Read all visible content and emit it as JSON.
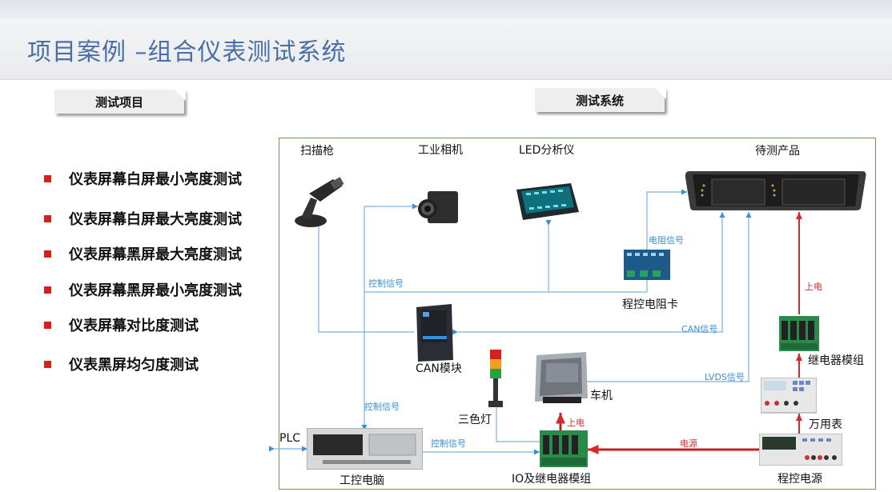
{
  "title": "项目案例 –组合仪表测试系统",
  "tabs": {
    "test_items": "测试项目",
    "test_system": "测试系统"
  },
  "test_items": [
    "仪表屏幕白屏最小亮度测试",
    "仪表屏幕白屏最大亮度测试",
    "仪表屏幕黑屏最大亮度测试",
    "仪表屏幕黑屏最小亮度测试",
    "仪表屏幕对比度测试",
    "仪表黑屏均匀度测试"
  ],
  "devices": {
    "scanner": "扫描枪",
    "camera": "工业相机",
    "led": "LED分析仪",
    "dut": "待测产品",
    "resistor_card": "程控电阻卡",
    "can_module": "CAN模块",
    "tower_light": "三色灯",
    "ecu": "车机",
    "relay_module": "继电器模组",
    "multimeter": "万用表",
    "plc": "PLC",
    "ipc": "工控电脑",
    "io_relay": "IO及继电器模组",
    "power": "程控电源"
  },
  "signals": {
    "resistance": "电阻信号",
    "control_top": "控制信号",
    "can": "CAN信号",
    "lvds": "LVDS信号",
    "control_mid": "控制信号",
    "control_bottom": "控制信号",
    "power_on_top": "上电",
    "power_on_ecu": "上电",
    "power_line": "电源"
  },
  "colors": {
    "title": "#4a6fa5",
    "bullet": "#d62020",
    "signal": "#3a8fd6",
    "power": "#d42a2a",
    "frame": "#6f9a5a"
  }
}
